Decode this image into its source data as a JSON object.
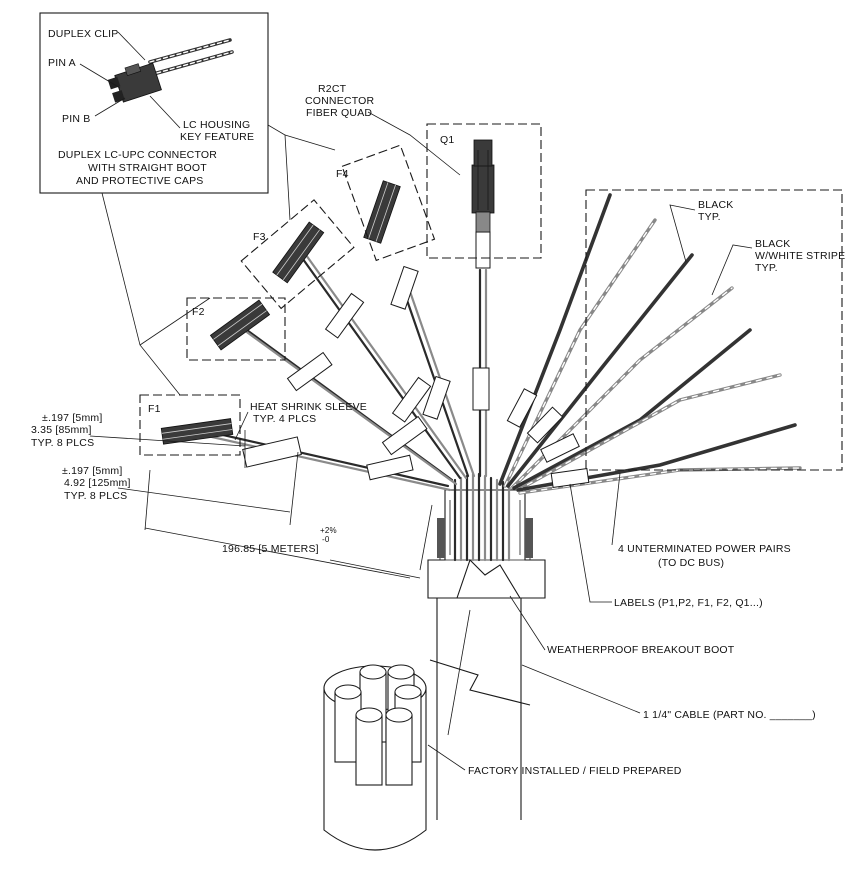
{
  "labels": {
    "duplex_clip": "DUPLEX CLIP",
    "pin_a": "PIN A",
    "pin_b": "PIN B",
    "lc_housing_1": "LC HOUSING",
    "lc_housing_2": "KEY FEATURE",
    "duplex_desc_1": "DUPLEX LC-UPC CONNECTOR",
    "duplex_desc_2": "WITH STRAIGHT BOOT",
    "duplex_desc_3": "AND PROTECTIVE CAPS",
    "r2ct_1": "R2CT",
    "r2ct_2": "CONNECTOR",
    "r2ct_3": "FIBER QUAD",
    "q1": "Q1",
    "f1": "F1",
    "f2": "F2",
    "f3": "F3",
    "f4": "F4",
    "black_1": "BLACK",
    "black_2": "TYP.",
    "bws_1": "BLACK",
    "bws_2": "W/WHITE STRIPE",
    "bws_3": "TYP.",
    "heat_1": "HEAT SHRINK SLEEVE",
    "heat_2": "TYP. 4 PLCS",
    "dim1_tol": "±.197 [5mm]",
    "dim1_val": "3.35 [85mm]",
    "dim1_typ": "TYP. 8 PLCS",
    "dim2_tol": "±.197 [5mm]",
    "dim2_val": "4.92 [125mm]",
    "dim2_typ": "TYP. 8 PLCS",
    "dim3_val": "196.85 [5 METERS]",
    "dim3_tol_plus": "+2%",
    "dim3_tol_minus": "-0",
    "power_1": "4 UNTERMINATED POWER PAIRS",
    "power_2": "(TO DC BUS)",
    "labels_note": "LABELS (P1,P2, F1, F2, Q1...)",
    "boot": "WEATHERPROOF BREAKOUT BOOT",
    "cable": "1 1/4\" CABLE (PART NO. _______)",
    "factory": "FACTORY INSTALLED / FIELD PREPARED"
  }
}
